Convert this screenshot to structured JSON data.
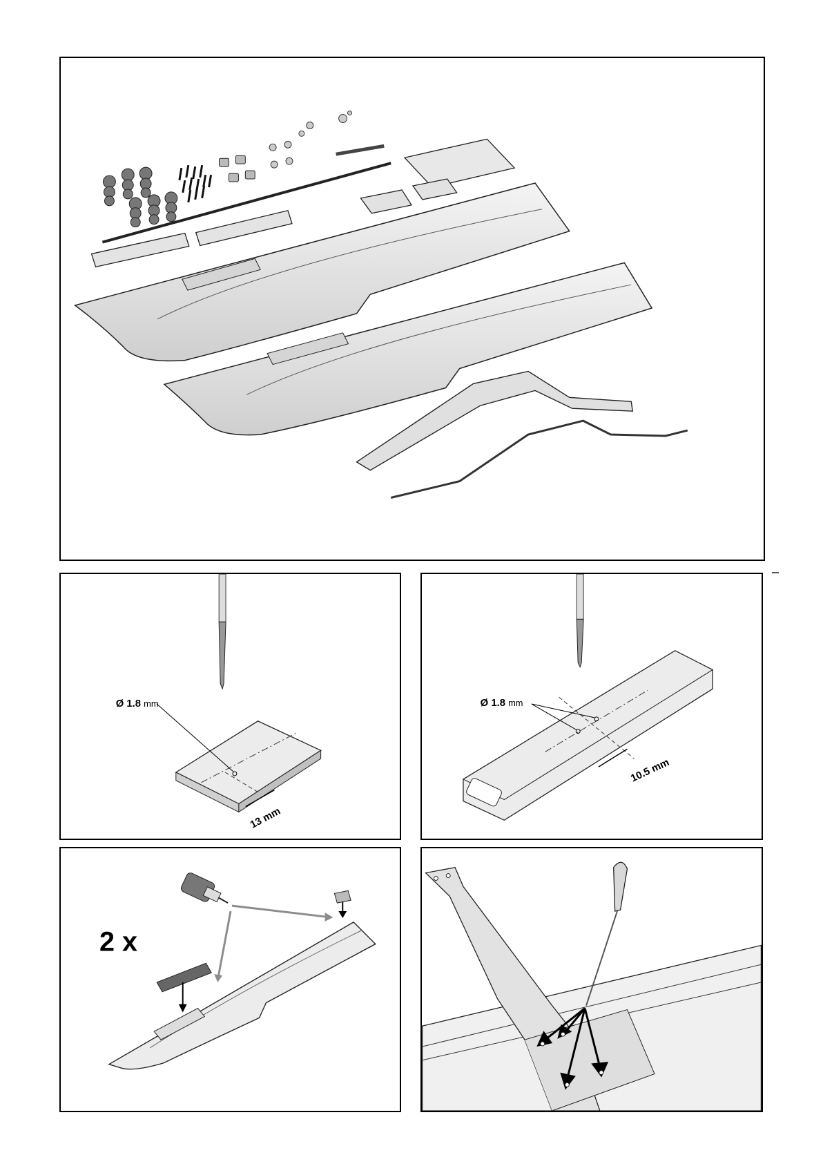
{
  "page": {
    "corner_mark": "–"
  },
  "panels": {
    "overview": {
      "name": "parts-overview"
    },
    "drill_plate": {
      "diameter_symbol": "Ø",
      "diameter_value": "1.8",
      "diameter_unit": "mm",
      "distance": "13 mm"
    },
    "drill_tube": {
      "diameter_symbol": "Ø",
      "diameter_value": "1.8",
      "diameter_unit": "mm",
      "distance": "10.5 mm"
    },
    "glue": {
      "quantity": "2 x"
    },
    "screw": {
      "name": "screwdriver-step"
    }
  },
  "colors": {
    "line": "#000000",
    "part_fill": "#e6e6e6",
    "shade": "#c8c8c8",
    "arrow_gray": "#8c8c8c"
  }
}
